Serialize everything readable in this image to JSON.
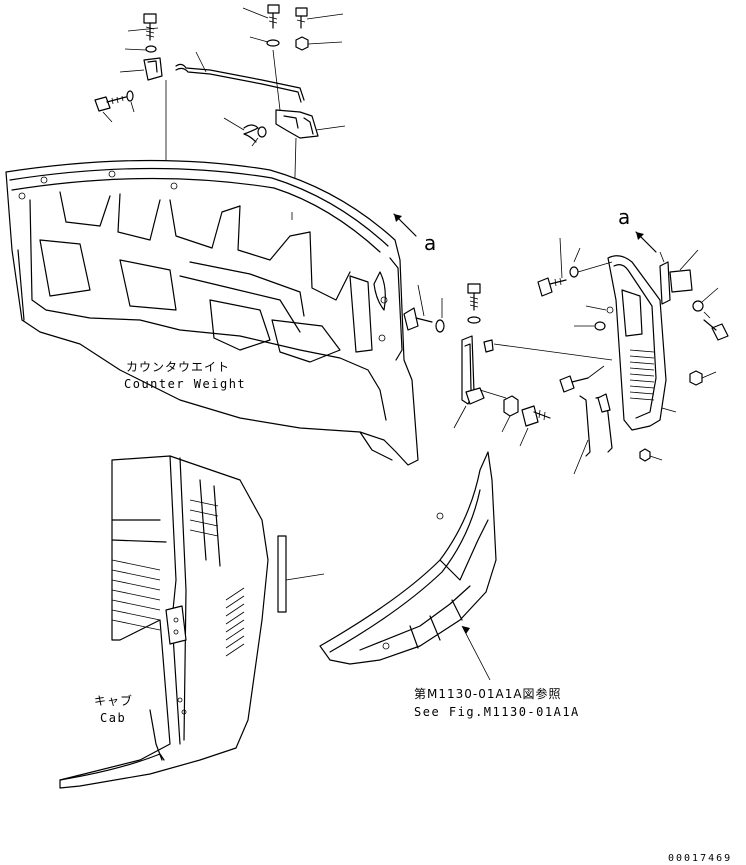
{
  "labels": {
    "counterweight_jp": "カウンタウエイト",
    "counterweight_en": "Counter Weight",
    "cab_jp": "キャブ",
    "cab_en": "Cab",
    "see_fig_jp": "第M1130-01A1A図参照",
    "see_fig_en": "See Fig.M1130-01A1A",
    "view_a_left": "a",
    "view_a_right": "a",
    "drawing_number": "00017469"
  },
  "colors": {
    "line": "#000000",
    "background": "#ffffff"
  }
}
